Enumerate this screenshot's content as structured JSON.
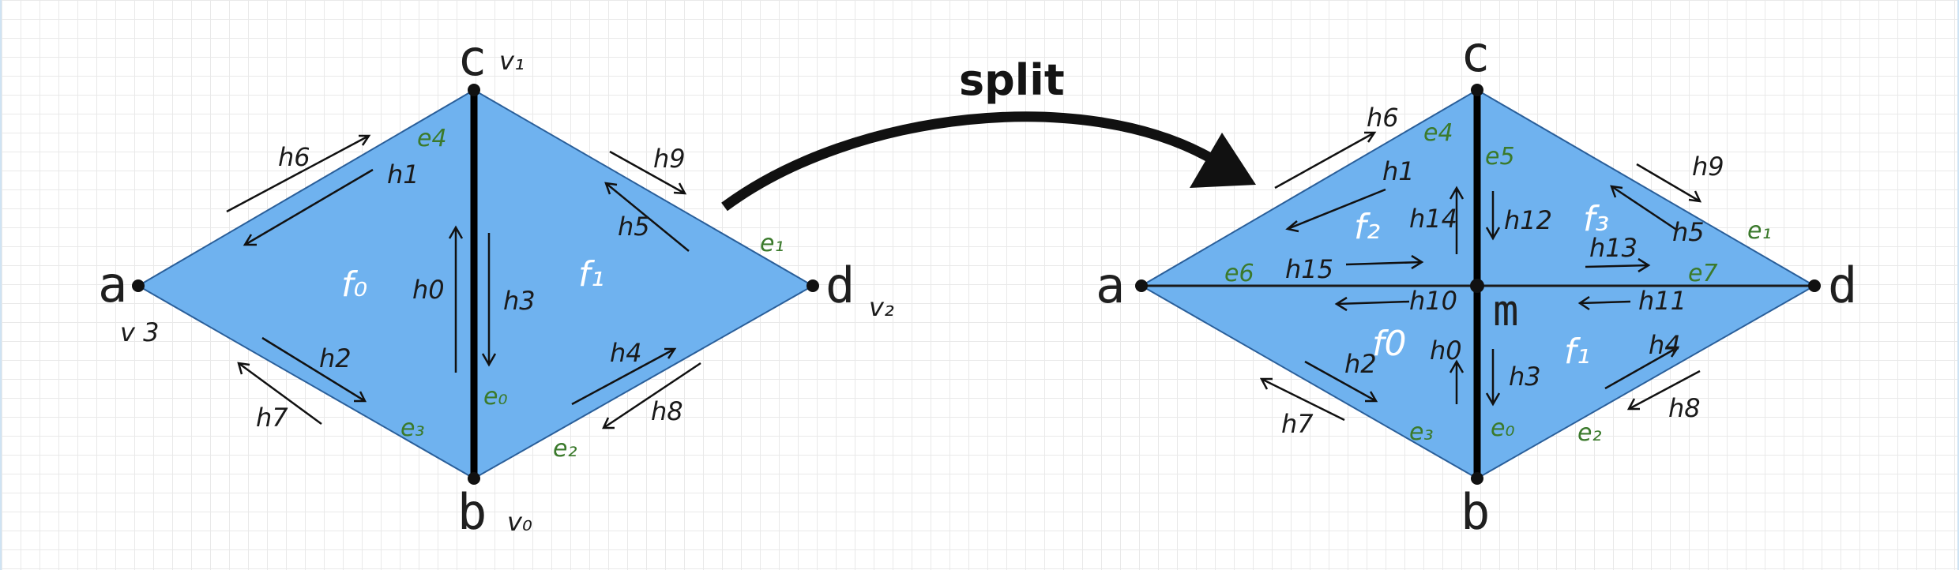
{
  "operation": "split",
  "colors": {
    "face_fill": "#6fb2ef",
    "face_stroke": "#2a5f9a",
    "edge_label": "#3b7a2c",
    "face_label": "#ffffff",
    "ink": "#111111"
  },
  "left": {
    "vertices": {
      "a": "a",
      "b": "b",
      "c": "c",
      "d": "d"
    },
    "vertex_ids": {
      "v0": "v₀",
      "v1": "v₁",
      "v2": "v₂",
      "v3": "v 3"
    },
    "faces": {
      "f0": "f₀",
      "f1": "f₁"
    },
    "edges": {
      "e0": "e₀",
      "e1": "e₁",
      "e2": "e₂",
      "e3": "e₃",
      "e4": "e4"
    },
    "halfedges": {
      "h0": "h0",
      "h1": "h1",
      "h2": "h2",
      "h3": "h3",
      "h4": "h4",
      "h5": "h5",
      "h6": "h6",
      "h7": "h7",
      "h8": "h8",
      "h9": "h9"
    }
  },
  "right": {
    "vertices": {
      "a": "a",
      "b": "b",
      "c": "c",
      "d": "d",
      "m": "m"
    },
    "faces": {
      "f0": "f0",
      "f1": "f₁",
      "f2": "f₂",
      "f3": "f₃"
    },
    "edges": {
      "e0": "e₀",
      "e1": "e₁",
      "e2": "e₂",
      "e3": "e₃",
      "e4": "e4",
      "e5": "e5",
      "e6": "e6",
      "e7": "e7"
    },
    "halfedges": {
      "h0": "h0",
      "h1": "h1",
      "h2": "h2",
      "h3": "h3",
      "h4": "h4",
      "h5": "h5",
      "h6": "h6",
      "h7": "h7",
      "h8": "h8",
      "h9": "h9",
      "h10": "h10",
      "h11": "h11",
      "h12": "h12",
      "h13": "h13",
      "h14": "h14",
      "h15": "h15"
    }
  }
}
